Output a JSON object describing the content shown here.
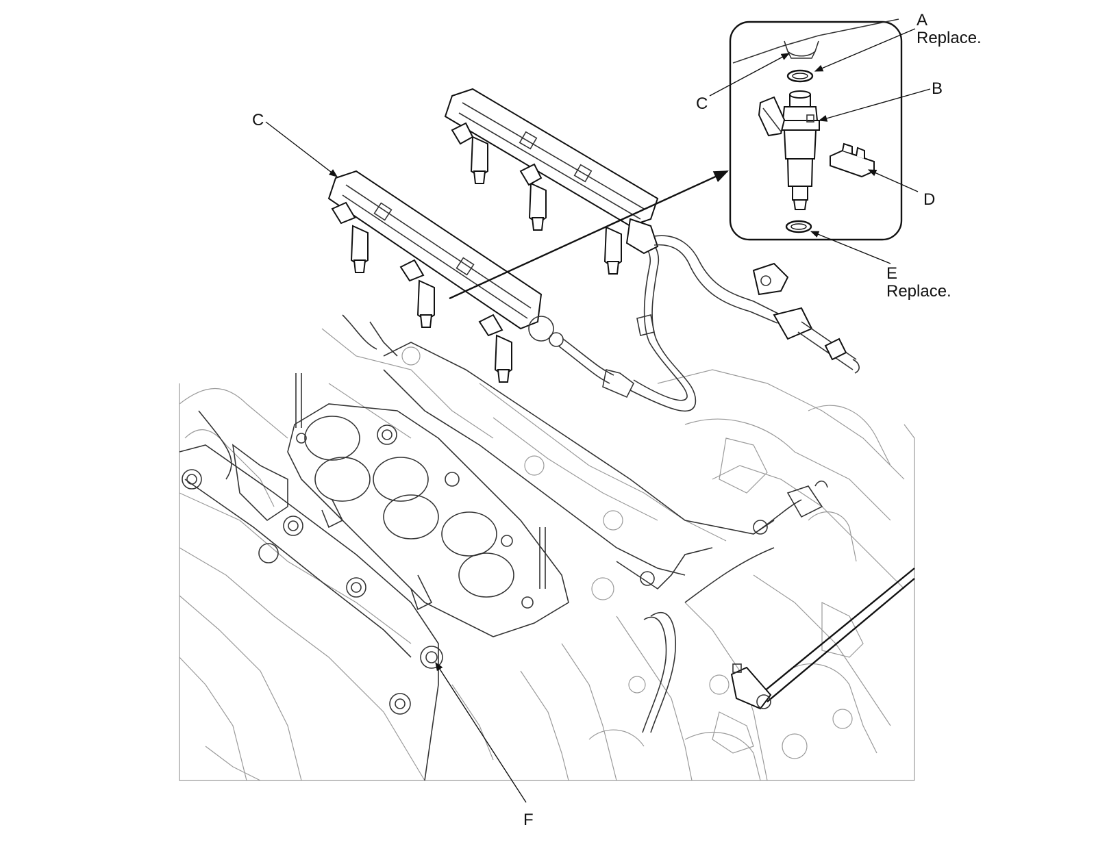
{
  "diagram": {
    "callouts": {
      "a": "A",
      "a_note": "Replace.",
      "b": "B",
      "c_inset": "C",
      "c_main": "C",
      "d": "D",
      "e": "E",
      "e_note": "Replace.",
      "f": "F"
    }
  }
}
